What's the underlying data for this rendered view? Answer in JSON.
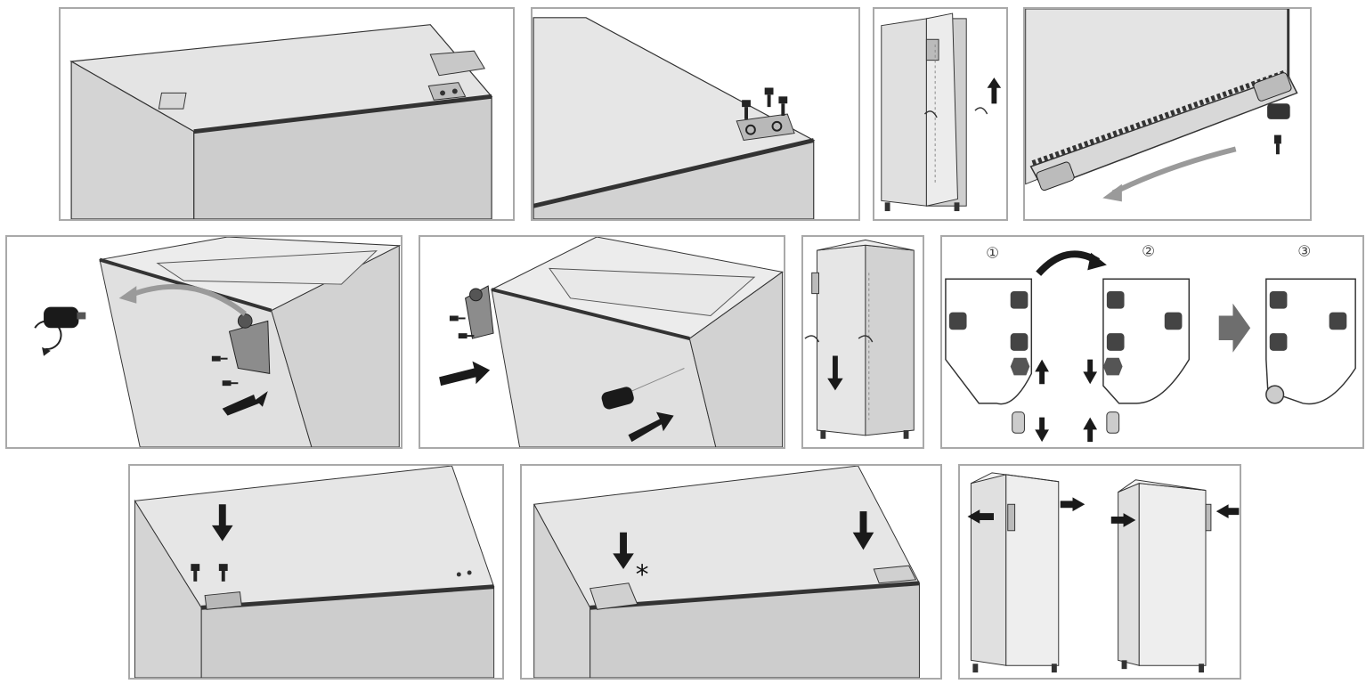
{
  "panels": [
    {
      "id": "p1",
      "content": "remove-top-hinge-cover"
    },
    {
      "id": "p2",
      "content": "unscrew-top-hinge"
    },
    {
      "id": "p3",
      "content": "lift-door-off"
    },
    {
      "id": "p4",
      "content": "move-bottom-hinge-pin"
    },
    {
      "id": "p5",
      "content": "swap-hinge-cover-and-remove-bottom-hinge"
    },
    {
      "id": "p6",
      "content": "fit-bottom-hinge-opposite-side"
    },
    {
      "id": "p7",
      "content": "lower-door-onto-hinge"
    },
    {
      "id": "p8",
      "content": "reverse-hinge-plate"
    },
    {
      "id": "p9",
      "content": "fit-top-hinge"
    },
    {
      "id": "p10",
      "content": "replace-top-covers"
    },
    {
      "id": "p11",
      "content": "swap-handle-side"
    }
  ],
  "step_markers": [
    "①",
    "②",
    "③"
  ],
  "note_marker": "*",
  "colors": {
    "panel_border": "#a9a9a9",
    "cabinet_fill": "#dedede",
    "cabinet_side": "#cfcfcf",
    "line": "#2a2a2a",
    "arrow": "#1a1a1a",
    "hint_arrow": "#9a9a9a",
    "transition_arrow": "#6e6e6e"
  }
}
